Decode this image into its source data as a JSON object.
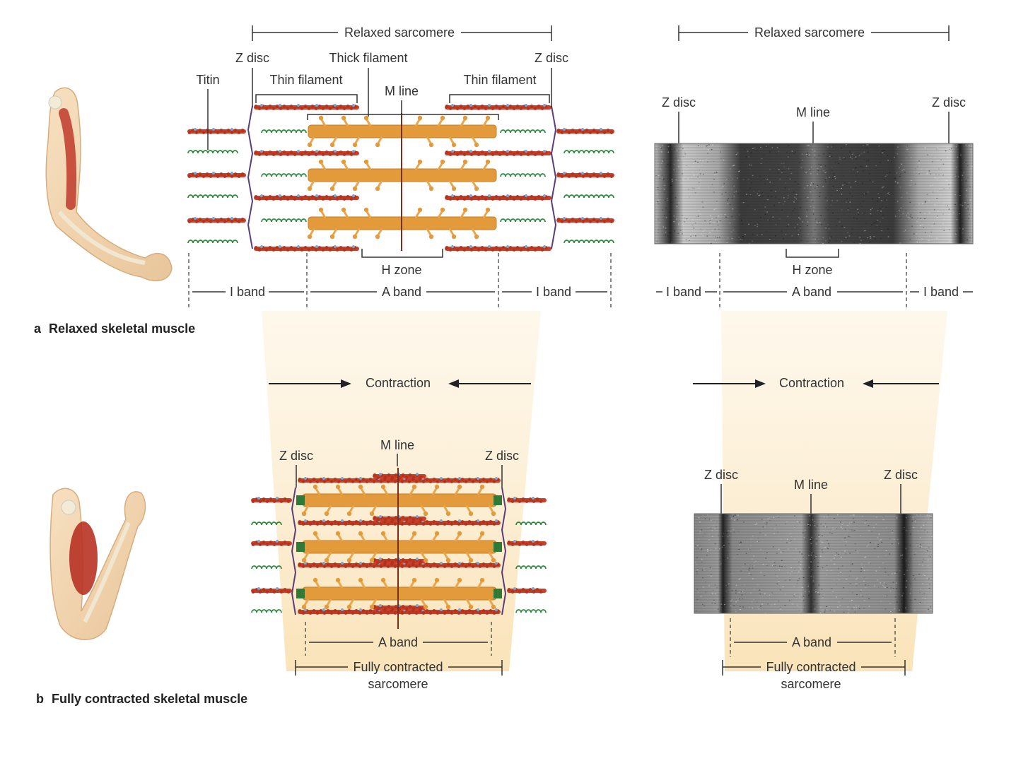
{
  "colors": {
    "thick": "#e39a3b",
    "thin": "#c8402a",
    "titin": "#2e8a3e",
    "zdisc": "#5a3d7a",
    "funnel": "#fbe9c6",
    "micrograph_dark": "#1d1d1d",
    "micrograph_light": "#d4d4d4"
  },
  "icons": {
    "relaxed_arm": "extended-arm-illustration",
    "flexed_arm": "flexed-arm-illustration"
  },
  "panel_a": {
    "caption_letter": "a",
    "caption": "Relaxed skeletal muscle",
    "relaxed_sarcomere": "Relaxed sarcomere",
    "z_disc_left": "Z disc",
    "z_disc_right": "Z disc",
    "thick_filament": "Thick filament",
    "titin": "Titin",
    "thin_filament_left": "Thin filament",
    "thin_filament_right": "Thin filament",
    "m_line": "M line",
    "h_zone": "H zone",
    "i_band_left": "I band",
    "a_band": "A band",
    "i_band_right": "I band"
  },
  "micrograph_relaxed": {
    "relaxed_sarcomere": "Relaxed sarcomere",
    "z_disc_left": "Z disc",
    "m_line": "M line",
    "z_disc_right": "Z disc",
    "h_zone": "H zone",
    "i_band_left": "I band",
    "a_band": "A band",
    "i_band_right": "I band"
  },
  "contraction": {
    "left": "Contraction",
    "right": "Contraction"
  },
  "panel_b": {
    "caption_letter": "b",
    "caption": "Fully contracted skeletal muscle",
    "m_line": "M line",
    "z_disc_left": "Z disc",
    "z_disc_right": "Z disc",
    "a_band": "A band",
    "fully_contracted_line1": "Fully contracted",
    "fully_contracted_line2": "sarcomere"
  },
  "micrograph_contracted": {
    "z_disc_left": "Z disc",
    "m_line": "M line",
    "z_disc_right": "Z disc",
    "a_band": "A band",
    "fully_contracted_line1": "Fully contracted",
    "fully_contracted_line2": "sarcomere"
  }
}
